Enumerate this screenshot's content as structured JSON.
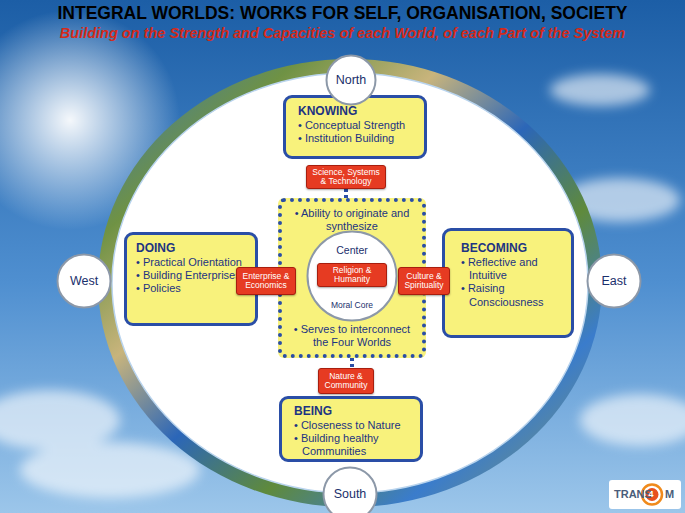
{
  "diagram": {
    "title": "INTEGRAL WORLDS: WORKS FOR SELF, ORGANISATION, SOCIETY",
    "nodes": [
      {
        "text": [
          "North"
        ]
      },
      {
        "text": [
          "KNOWING",
          "• Conceptual Strength",
          "• Institution Building"
        ]
      },
      {
        "text": [
          "Science, Systems & Technology"
        ]
      },
      {
        "text": [
          "West"
        ]
      },
      {
        "text": [
          "DOING",
          "• Practical Orientation",
          "• Building Enterprises",
          "• Policies"
        ]
      },
      {
        "text": [
          "Enterprise & Economics"
        ]
      },
      {
        "text": [
          "• Ability to originate and synthesize",
          "• Serves to interconnect the Four Worlds"
        ]
      },
      {
        "text": [
          "Center",
          "Moral Core"
        ],
        "in": 6
      },
      {
        "text": [
          "Religion & Humanity"
        ],
        "in": 7
      },
      {
        "text": [
          "Culture & Spirituality"
        ]
      },
      {
        "text": [
          "BECOMING",
          "• Reflective and Intuitive",
          "• Raising Consciousness"
        ]
      },
      {
        "text": [
          "East"
        ]
      },
      {
        "text": [
          "Nature & Community"
        ]
      },
      {
        "text": [
          "BEING",
          "• Closeness to Nature",
          "• Building healthy Communities"
        ]
      },
      {
        "text": [
          "South"
        ]
      }
    ],
    "edges": [
      {
        "from": 2,
        "to": 6,
        "arrow": "none"
      },
      {
        "from": 6,
        "to": 12,
        "arrow": "none"
      }
    ],
    "labels": [
      "Building on the Strength and Capacities of each World, of each Part of the System",
      "TRANS",
      "4",
      "M"
    ]
  }
}
